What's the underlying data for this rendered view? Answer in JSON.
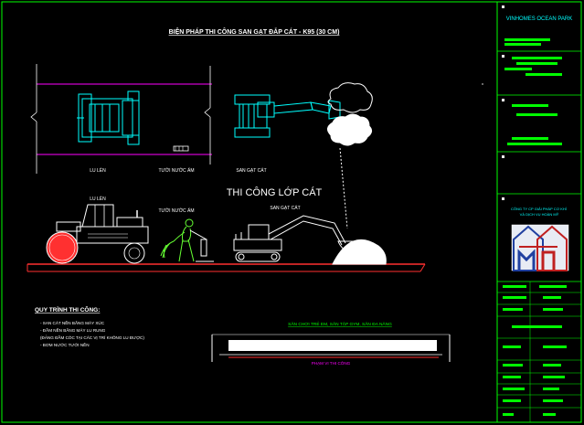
{
  "title": "BIỆN PHÁP THI CÔNG SAN GẠT ĐẮP CÁT - K95 (30 CM)",
  "main_label": "THI CÔNG LỚP CÁT",
  "top_labels": {
    "roller": "LU LÈN",
    "watering": "TƯỚI NƯỚC ẨM",
    "excavator": "SAN GẠT CÁT"
  },
  "side_labels": {
    "roller": "LU LÈN",
    "watering": "TƯỚI NƯỚC ẨM",
    "excavator": "SAN GẠT CÁT"
  },
  "process": {
    "heading": "QUY TRÌNH THI CÔNG:",
    "steps": [
      "- SAN CÁT NỀN BẰNG MÁY XÚC",
      "- ĐẦM NỀN BẰNG MÁY LU RUNG",
      "(ĐẢNG ĐẦM CÓC TẠI CÁC VỊ TRÍ KHÔNG LU ĐƯỢC)",
      "- BƠM NƯỚC TƯỚI NỀN"
    ]
  },
  "section": {
    "caption": "SÂN CHƠI TRẺ EM, SÂN TẬP GYM, SÂN ĐA NĂNG",
    "range_label": "PHẠM VI THI CÔNG"
  },
  "title_block": {
    "project": "VINHOMES OCEAN PARK",
    "company": "CÔNG TY CP GIẢI PHÁP CƠ KHÍ VÀ DỊCH VỤ HOÀN MỸ"
  },
  "colors": {
    "background": "#000000",
    "green": "#00ff00",
    "cyan": "#00ffff",
    "magenta": "#ff00ff",
    "red": "#ff3030",
    "white": "#ffffff"
  }
}
